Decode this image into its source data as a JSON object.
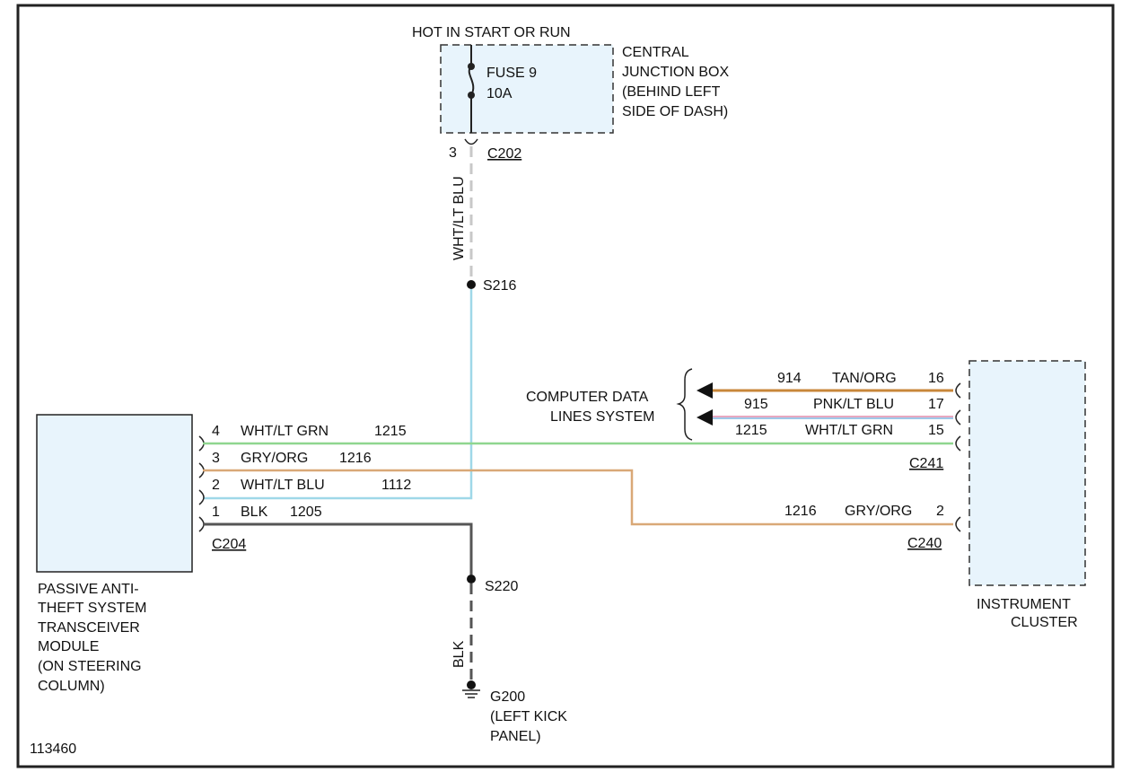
{
  "power": {
    "header": "HOT IN START OR RUN",
    "fuse_name": "FUSE 9",
    "fuse_rating": "10A",
    "box_label": [
      "CENTRAL",
      "JUNCTION BOX",
      "(BEHIND LEFT",
      "SIDE OF DASH)"
    ],
    "connector": "C202",
    "pin": "3",
    "wire_color": "WHT/LT BLU"
  },
  "splices": {
    "upper": "S216",
    "lower": "S220"
  },
  "pats_module": {
    "label": [
      "PASSIVE ANTI-",
      "THEFT SYSTEM",
      "TRANSCEIVER",
      "MODULE",
      "(ON STEERING",
      "COLUMN)"
    ],
    "connector": "C204",
    "pins": [
      {
        "pin": "4",
        "color": "WHT/LT GRN",
        "circuit": "1215"
      },
      {
        "pin": "3",
        "color": "GRY/ORG",
        "circuit": "1216"
      },
      {
        "pin": "2",
        "color": "WHT/LT BLU",
        "circuit": "1112"
      },
      {
        "pin": "1",
        "color": "BLK",
        "circuit": "1205"
      }
    ]
  },
  "ground": {
    "wire_color": "BLK",
    "name": "G200",
    "location": [
      "(LEFT KICK",
      "PANEL)"
    ]
  },
  "data_lines": {
    "label": [
      "COMPUTER DATA",
      "LINES SYSTEM"
    ],
    "wires": [
      {
        "circuit": "914",
        "color": "TAN/ORG",
        "pin": "16"
      },
      {
        "circuit": "915",
        "color": "PNK/LT BLU",
        "pin": "17"
      },
      {
        "circuit": "1215",
        "color": "WHT/LT GRN",
        "pin": "15"
      }
    ]
  },
  "cluster": {
    "label": [
      "INSTRUMENT",
      "CLUSTER"
    ],
    "connector_c241": "C241",
    "connector_c240": "C240",
    "c240_wire": {
      "circuit": "1216",
      "color": "GRY/ORG",
      "pin": "2"
    }
  },
  "figure_id": "113460",
  "colors": {
    "module_fill": "#e8f4fc",
    "wht_lt_blu": "#9fd8e8",
    "wht_lt_grn": "#8fd68f",
    "gry_org": "#d9a877",
    "tan_org": "#c8873a",
    "pnk_lt_blu": "#b8a8d8",
    "blk": "#555555",
    "dash_white": "#dddddd"
  }
}
